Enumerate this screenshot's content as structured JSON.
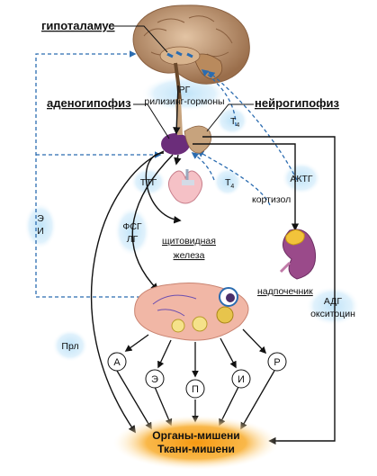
{
  "labels": {
    "hypothalamus": "гипоталамус",
    "adenohypophysis": "аденогипофиз",
    "neurohypophysis": "нейрогипофиз",
    "rg": "РГ",
    "releasing": "рилизинг-гормоны",
    "t4_top": "Т",
    "t4_top_sub": "4",
    "ttg": "ТТГ",
    "t4_mid": "Т",
    "t4_mid_sub": "4",
    "actg": "АКТГ",
    "cortisol": "кортизол",
    "ei_e": "Э",
    "ei_i": "И",
    "fsg": "ФСГ",
    "lg": "ЛГ",
    "thyroid_1": "щитовидная",
    "thyroid_2": "железа",
    "adrenal": "надпочечник",
    "adg": "АДГ",
    "oxytocin": "окситоцин",
    "prl": "Прл",
    "target_1": "Органы-мишени",
    "target_2": "Ткани-мишени"
  },
  "hormone_circles": [
    "А",
    "Э",
    "П",
    "И",
    "Р"
  ],
  "colors": {
    "arrow": "#111111",
    "dashed_feedback": "#2b6cb0",
    "halo": "#bfe3f8",
    "target_glow": "#f7a21b",
    "brain": "#c9a27c",
    "pituitary": "#6b2d7a",
    "ovary": "#f1b7a6"
  }
}
